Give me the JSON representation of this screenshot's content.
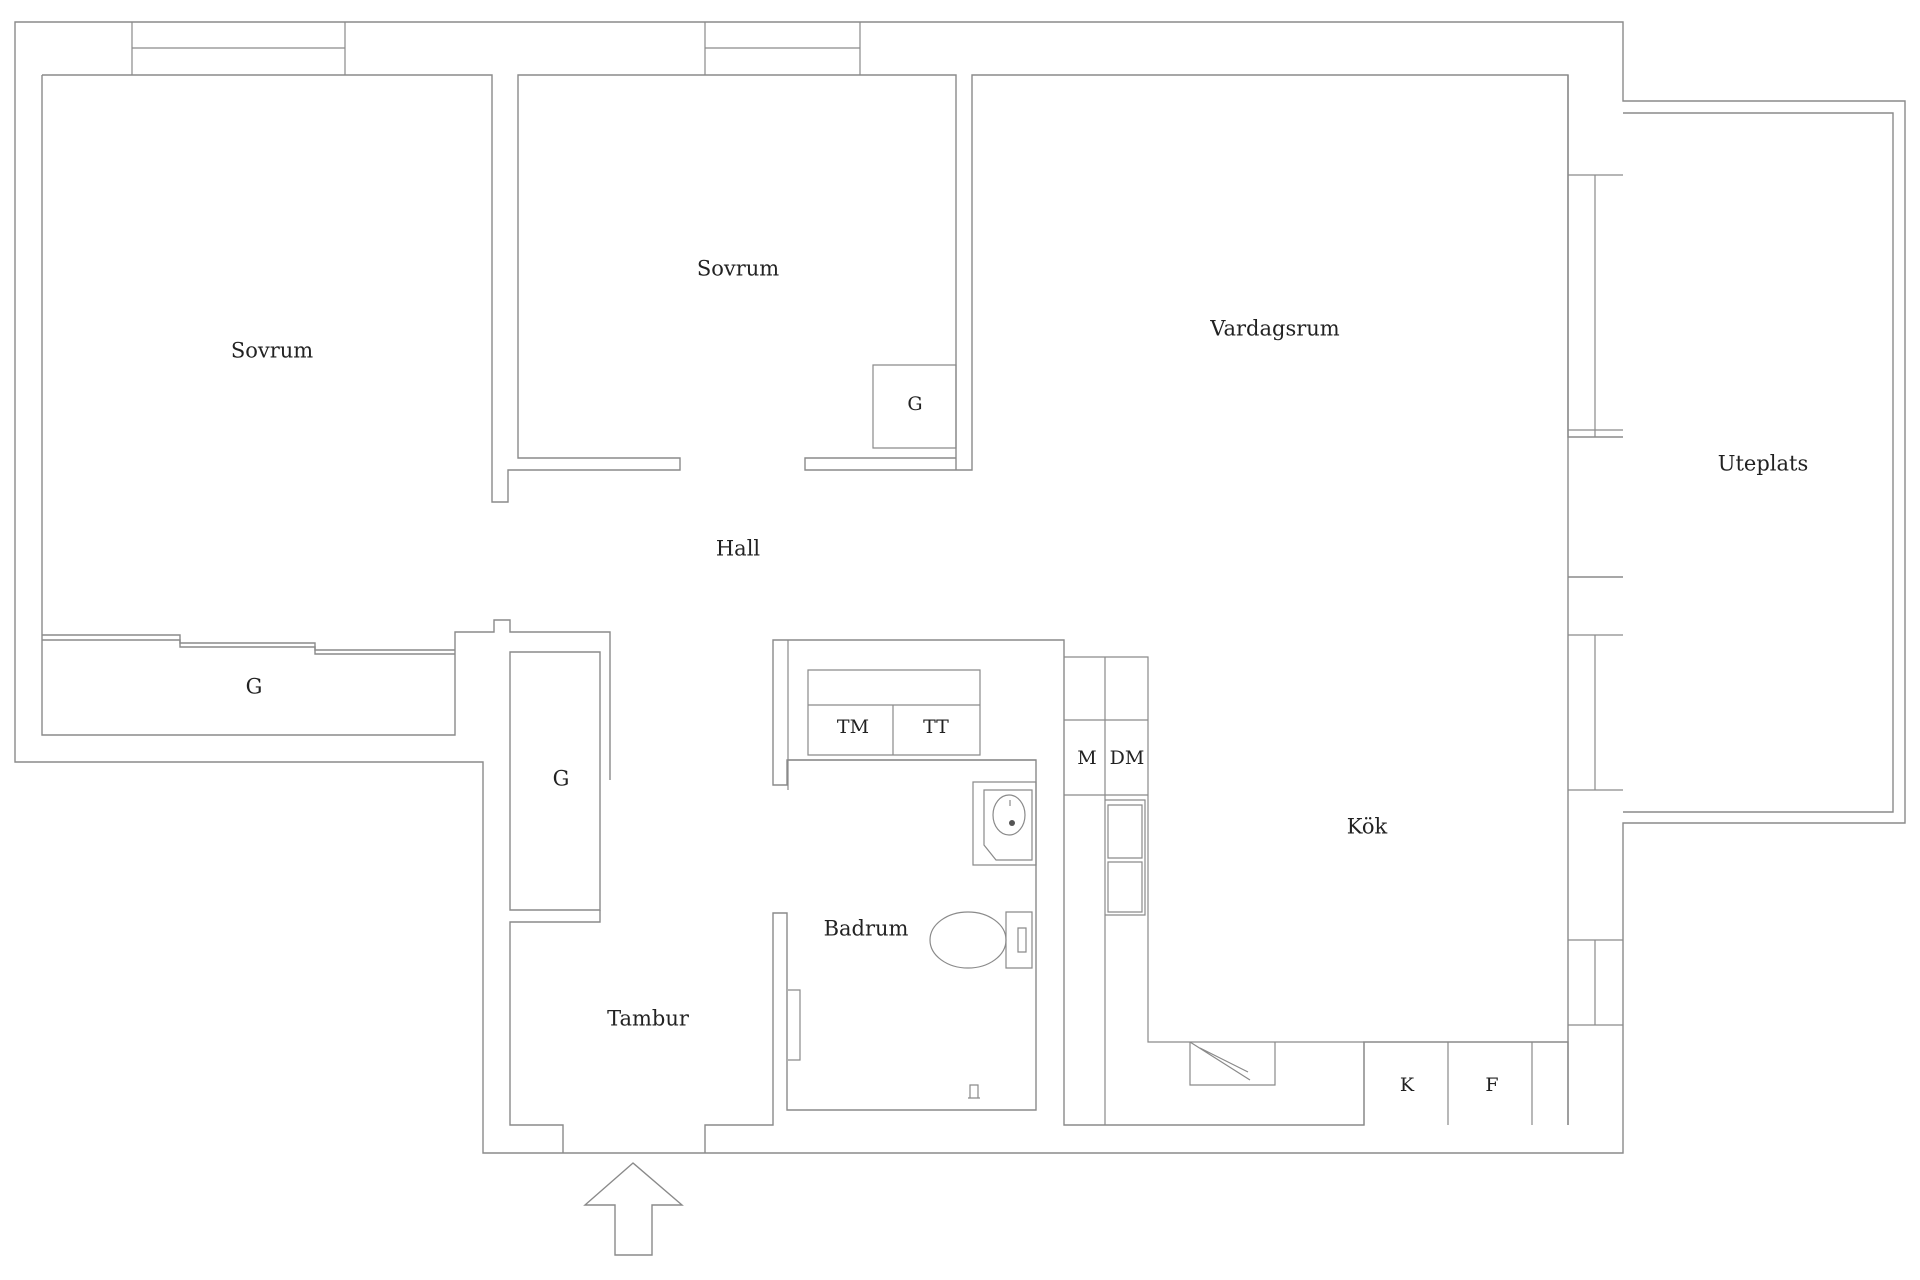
{
  "rooms": {
    "sovrum_left": "Sovrum",
    "sovrum_mid": "Sovrum",
    "vardagsrum": "Vardagsrum",
    "uteplats": "Uteplats",
    "hall": "Hall",
    "garderob_hall": "G",
    "garderob_left": "G",
    "garderob_sovrum": "G",
    "kok": "Kök",
    "badrum": "Badrum",
    "tambur": "Tambur"
  },
  "fixtures": {
    "tvattmaskin": "TM",
    "torktumlare": "TT",
    "mikro": "M",
    "diskmaskin": "DM",
    "kyl": "K",
    "frys": "F"
  }
}
